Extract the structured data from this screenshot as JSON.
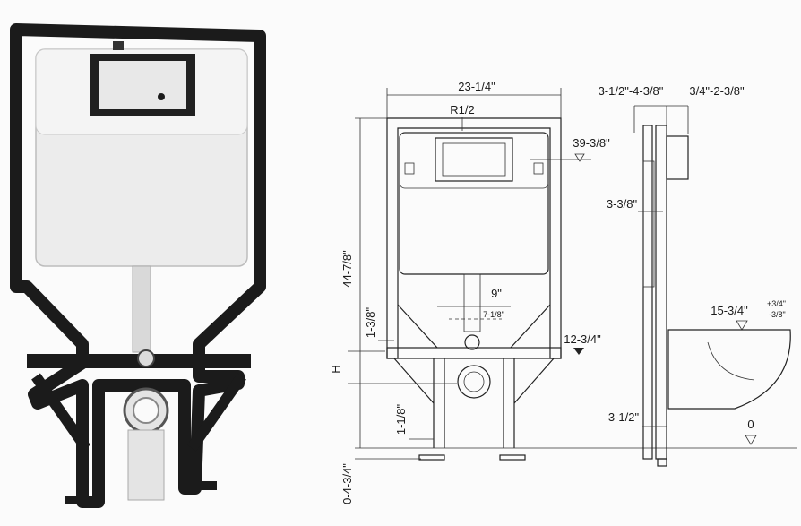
{
  "front_view": {
    "width_top": "23-1/4\"",
    "inlet": "R1/2",
    "button_height": "39-3/8\"",
    "total_height": "44-7/8\"",
    "spacing_wide": "9\"",
    "spacing_narrow": "7-1/8\"",
    "offset_small": "1-3/8\"",
    "bolt_height": "12-3/4\"",
    "height_label": "H",
    "foot_height": "1-1/8\"",
    "adjust_range": "0-4-3/4\""
  },
  "side_view": {
    "depth_frame": "3-1/2\"-4-3/8\"",
    "depth_plate": "3/4\"-2-3/8\"",
    "pipe_offset": "3-3/8\"",
    "seat_height": "15-3/4\"",
    "seat_tol_plus": "+3/4\"",
    "seat_tol_minus": "-3/8\"",
    "bottom_offset": "3-1/2\"",
    "floor_level": "0"
  },
  "colors": {
    "frame": "#1b1b1b",
    "tank": "#e9e9e9",
    "line": "#222222"
  }
}
